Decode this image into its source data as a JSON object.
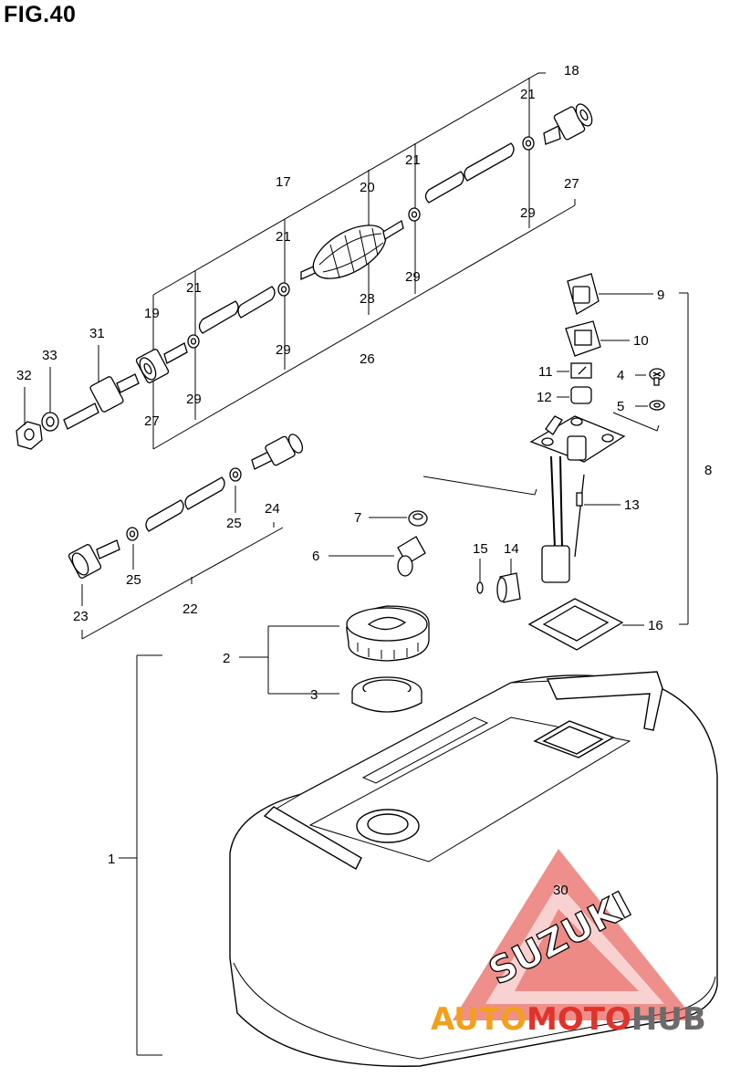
{
  "figure": {
    "title": "FIG.40"
  },
  "parts": [
    {
      "id": "p1",
      "label": "1"
    },
    {
      "id": "p2",
      "label": "2"
    },
    {
      "id": "p3",
      "label": "3"
    },
    {
      "id": "p4",
      "label": "4"
    },
    {
      "id": "p5",
      "label": "5"
    },
    {
      "id": "p6",
      "label": "6"
    },
    {
      "id": "p7",
      "label": "7"
    },
    {
      "id": "p8",
      "label": "8"
    },
    {
      "id": "p9",
      "label": "9"
    },
    {
      "id": "p10",
      "label": "10"
    },
    {
      "id": "p11",
      "label": "11"
    },
    {
      "id": "p12",
      "label": "12"
    },
    {
      "id": "p13",
      "label": "13"
    },
    {
      "id": "p14",
      "label": "14"
    },
    {
      "id": "p15",
      "label": "15"
    },
    {
      "id": "p16",
      "label": "16"
    },
    {
      "id": "p17",
      "label": "17"
    },
    {
      "id": "p18",
      "label": "18"
    },
    {
      "id": "p19",
      "label": "19"
    },
    {
      "id": "p20",
      "label": "20"
    },
    {
      "id": "p21a",
      "label": "21"
    },
    {
      "id": "p21b",
      "label": "21"
    },
    {
      "id": "p21c",
      "label": "21"
    },
    {
      "id": "p21d",
      "label": "21"
    },
    {
      "id": "p22",
      "label": "22"
    },
    {
      "id": "p23",
      "label": "23"
    },
    {
      "id": "p24",
      "label": "24"
    },
    {
      "id": "p25a",
      "label": "25"
    },
    {
      "id": "p25b",
      "label": "25"
    },
    {
      "id": "p26",
      "label": "26"
    },
    {
      "id": "p27a",
      "label": "27"
    },
    {
      "id": "p27b",
      "label": "27"
    },
    {
      "id": "p28",
      "label": "28"
    },
    {
      "id": "p29a",
      "label": "29"
    },
    {
      "id": "p29b",
      "label": "29"
    },
    {
      "id": "p29c",
      "label": "29"
    },
    {
      "id": "p29d",
      "label": "29"
    },
    {
      "id": "p30",
      "label": "30"
    },
    {
      "id": "p31",
      "label": "31"
    },
    {
      "id": "p32",
      "label": "32"
    },
    {
      "id": "p33",
      "label": "33"
    }
  ],
  "tank": {
    "brand": "SUZUKI"
  },
  "watermark": {
    "part1": "AUTO",
    "part2": "MOTO",
    "part3": "HUB"
  },
  "colors": {
    "line": "#000000",
    "watermark_red": "#e0332b",
    "watermark_orange": "#f2a01c",
    "watermark_gray": "#6b6b6b"
  }
}
